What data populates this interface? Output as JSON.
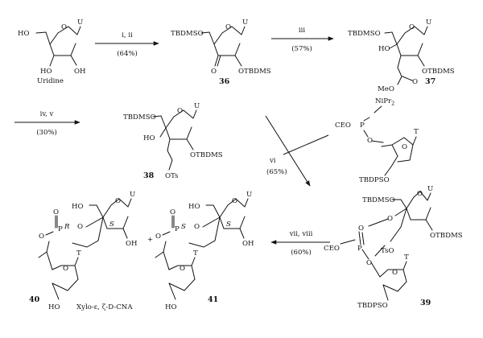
{
  "labels": {
    "U": "U",
    "T": "T",
    "HO": "HO",
    "OH": "OH",
    "O": "O",
    "TBDMSO": "TBDMSO",
    "OTBDMS": "OTBDMS",
    "TBDPSO": "TBDPSO",
    "CEO": "CEO",
    "P": "P",
    "NiPr2_base": "NiPr",
    "NiPr2_sub": "2",
    "MeO": "MeO",
    "OTs": "OTs",
    "TsO": "TsO",
    "R": "R",
    "S": "S",
    "plus": "+"
  },
  "compounds": {
    "uridine": "Uridine",
    "c36": "36",
    "c37": "37",
    "c38": "38",
    "c39": "39",
    "c40": "40",
    "c41": "41",
    "cna": "Xylo-ε, ζ-D-CNA"
  },
  "steps": [
    {
      "reagents": "i, ii",
      "yield": "(64%)"
    },
    {
      "reagents": "iii",
      "yield": "(57%)"
    },
    {
      "reagents": "iv, v",
      "yield": "(30%)"
    },
    {
      "reagents": "vi",
      "yield": "(65%)"
    },
    {
      "reagents": "vii, viii",
      "yield": "(60%)"
    }
  ]
}
